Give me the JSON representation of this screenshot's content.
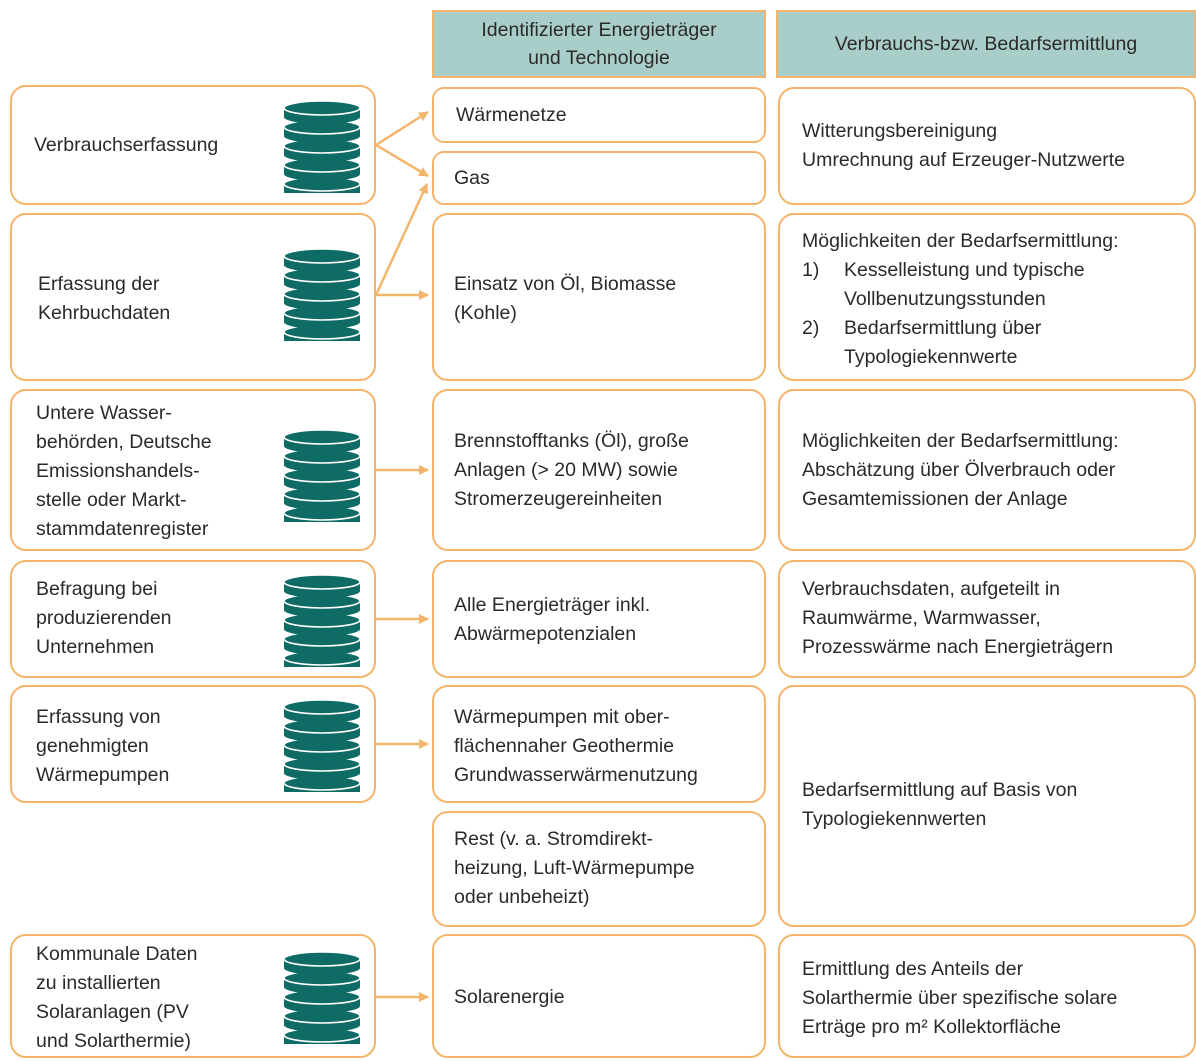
{
  "headers": {
    "energy": "Identifizierter Energieträger\nund Technologie",
    "demand": "Verbrauchs-bzw. Bedarfsermittlung"
  },
  "sources": [
    {
      "label": "Verbrauchserfassung"
    },
    {
      "label": "Erfassung der\nKehrbuchdaten"
    },
    {
      "label": "Untere Wasser-\nbehörden, Deutsche\nEmissionshandels-\nstelle oder Markt-\nstammdatenregister"
    },
    {
      "label": "Befragung bei\nproduzierenden\nUnternehmen"
    },
    {
      "label": "Erfassung von\ngenehmigten\nWärmepumpen"
    },
    {
      "label": "Kommunale Daten\nzu installierten\nSolaranlagen (PV\nund Solarthermie)"
    }
  ],
  "carriers": [
    {
      "label": "Wärmenetze"
    },
    {
      "label": "Gas"
    },
    {
      "label": "Einsatz von Öl, Biomasse\n(Kohle)"
    },
    {
      "label": "Brennstofftanks (Öl), große\nAnlagen (> 20 MW) sowie\nStromerzeugereinheiten"
    },
    {
      "label": "Alle Energieträger inkl.\nAbwärmepotenzialen"
    },
    {
      "label": "Wärmepumpen mit ober-\nflächennaher Geothermie\nGrundwasserwärmenutzung"
    },
    {
      "label": "Rest (v. a. Stromdirekt-\nheizung, Luft-Wärmepumpe\noder unbeheizt)"
    },
    {
      "label": "Solarenergie"
    }
  ],
  "methods": {
    "m1": "Witterungsbereinigung\nUmrechnung auf Erzeuger-Nutzwerte",
    "m2": {
      "intro": "Möglichkeiten der Bedarfsermittlung:",
      "items": [
        {
          "num": "1)",
          "text": "Kesselleistung und typische\nVollbenutzungsstunden"
        },
        {
          "num": "2)",
          "text": "Bedarfsermittlung über\nTypologiekennwerte"
        }
      ]
    },
    "m3": "Möglichkeiten der Bedarfsermittlung:\nAbschätzung über Ölverbrauch oder\nGesamtemissionen der Anlage",
    "m4": "Verbrauchsdaten, aufgeteilt in\nRaumwärme, Warmwasser,\nProzesswärme nach Energieträgern",
    "m5": "Bedarfsermittlung auf Basis von\nTypologiekennwerten",
    "m6": "Ermittlung des Anteils der\nSolarthermie über spezifische solare\nErträge pro m² Kollektorfläche"
  },
  "colors": {
    "border": "#f2b56b",
    "header_fill": "#a9cdc9",
    "database": "#0f6b66",
    "arrow": "#f2b56b"
  },
  "icons": {
    "database": "database-icon"
  }
}
